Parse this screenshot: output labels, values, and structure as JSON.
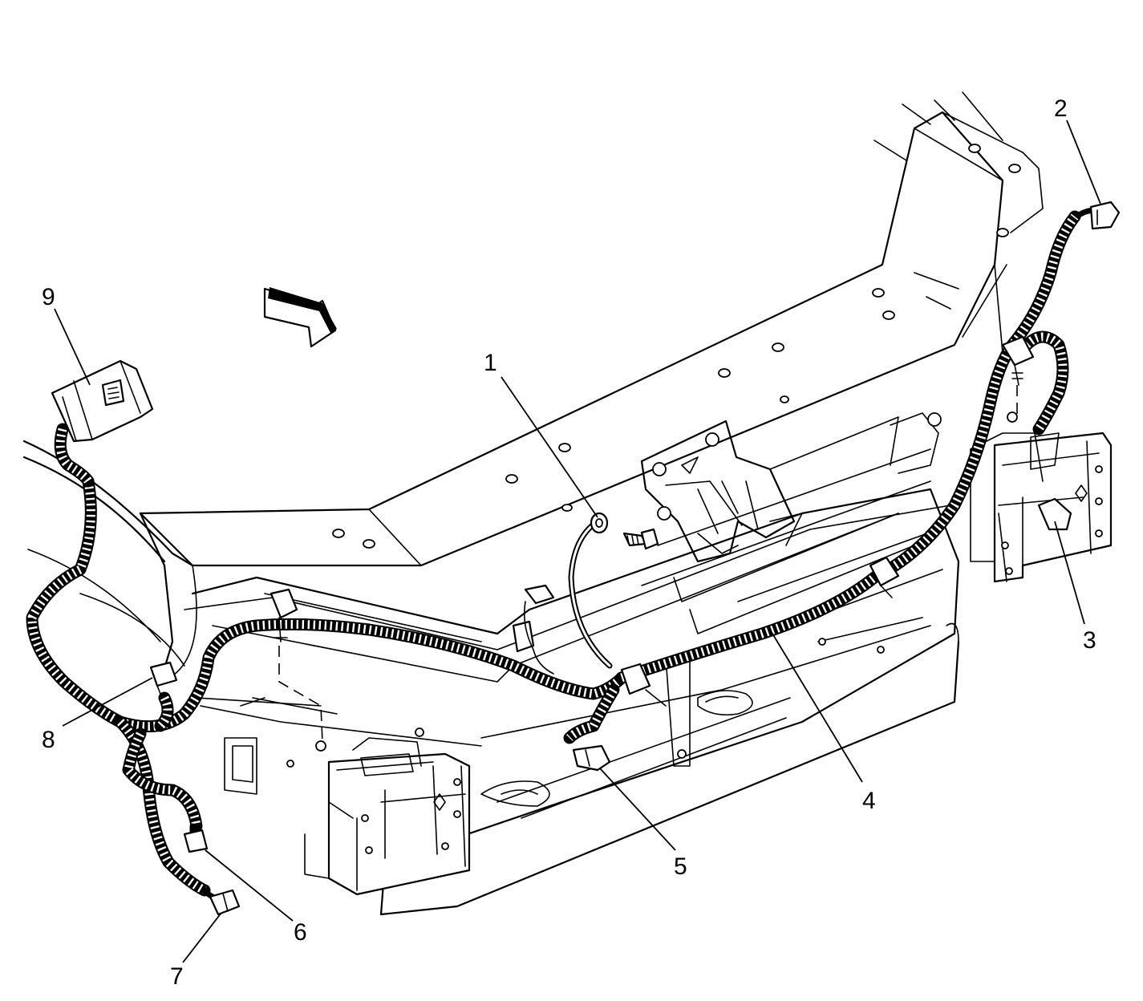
{
  "diagram": {
    "callouts": [
      {
        "id": "1",
        "label": "1"
      },
      {
        "id": "2",
        "label": "2"
      },
      {
        "id": "3",
        "label": "3"
      },
      {
        "id": "4",
        "label": "4"
      },
      {
        "id": "5",
        "label": "5"
      },
      {
        "id": "6",
        "label": "6"
      },
      {
        "id": "7",
        "label": "7"
      },
      {
        "id": "8",
        "label": "8"
      },
      {
        "id": "9",
        "label": "9"
      }
    ],
    "colors": {
      "line": "#000000",
      "background": "#ffffff"
    },
    "icons": {
      "direction_arrow": "forward-arrow-icon"
    }
  }
}
